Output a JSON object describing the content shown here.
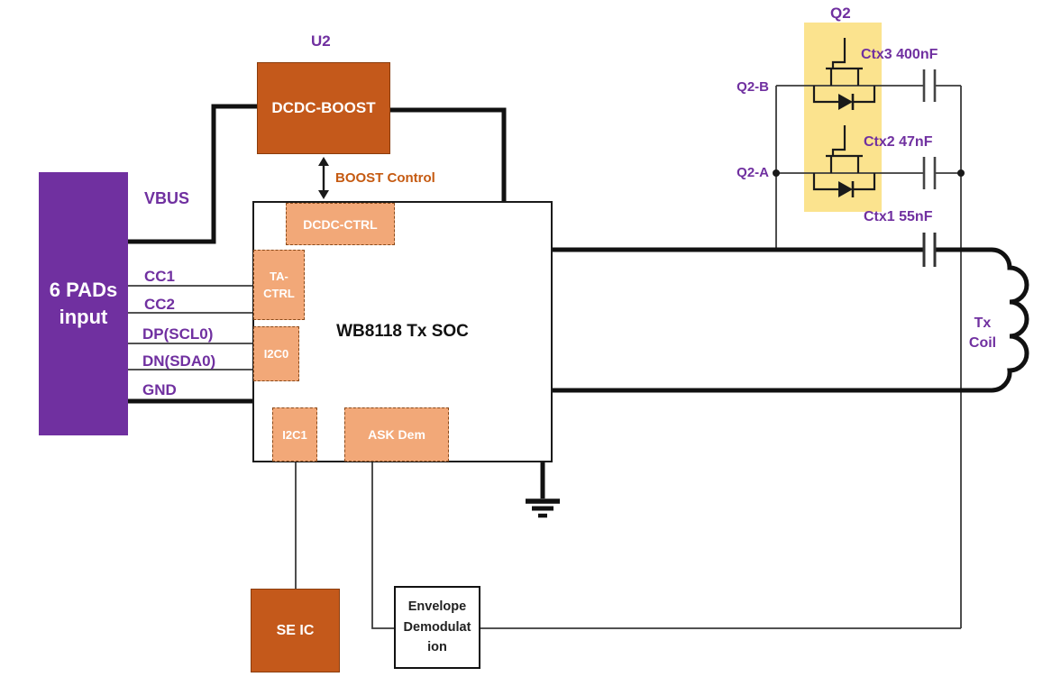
{
  "diagram": {
    "pads": {
      "line1": "6 PADs",
      "line2": "input"
    },
    "u2_label": "U2",
    "dcdc_boost_label": "DCDC-BOOST",
    "boost_control_label": "BOOST Control",
    "pins": {
      "vbus": "VBUS",
      "cc1": "CC1",
      "cc2": "CC2",
      "dp": "DP(SCL0)",
      "dn": "DN(SDA0)",
      "gnd": "GND"
    },
    "soc": {
      "title": "WB8118 Tx SOC",
      "dcdc_ctrl": "DCDC-CTRL",
      "ta_ctrl_line1": "TA-",
      "ta_ctrl_line2": "CTRL",
      "i2c0": "I2C0",
      "i2c1": "I2C1",
      "ask_dem": "ASK Dem"
    },
    "q2": {
      "label": "Q2",
      "pin_b": "Q2-B",
      "pin_a": "Q2-A"
    },
    "caps": {
      "ctx3": "Ctx3 400nF",
      "ctx2": "Ctx2 47nF",
      "ctx1": "Ctx1 55nF"
    },
    "coil": {
      "line1": "Tx",
      "line2": "Coil"
    },
    "se_ic_label": "SE IC",
    "envelope": {
      "line1": "Envelope",
      "line2": "Demodulat",
      "line3": "ion"
    }
  },
  "colors": {
    "purple": "#7030A0",
    "orange": "#C4591B",
    "orange_text": "#C55A11",
    "peach": "#F2A878",
    "yellow": "#FBE38E",
    "wire": "#1a1a1a"
  }
}
